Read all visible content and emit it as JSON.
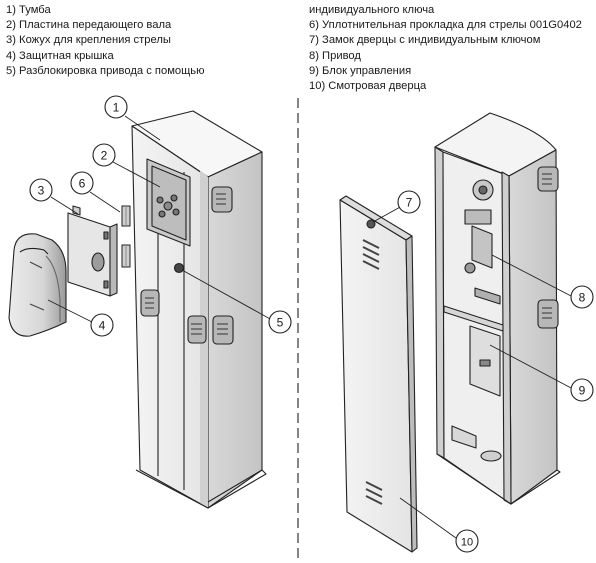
{
  "legend_left": [
    "1) Тумба",
    "2) Пластина передающего вала",
    "3) Кожух для крепления стрелы",
    "4) Защитная крышка",
    "5) Разблокировка привода с помощью"
  ],
  "legend_right": [
    "индивидуального ключа",
    "6) Уплотнительная прокладка для стрелы 001G0402",
    "7) Замок дверцы с индивидуальным ключом",
    "8) Привод",
    "9) Блок управления",
    "10) Смотровая дверца"
  ],
  "callouts": [
    "1",
    "2",
    "3",
    "4",
    "5",
    "6",
    "7",
    "8",
    "9",
    "10"
  ]
}
